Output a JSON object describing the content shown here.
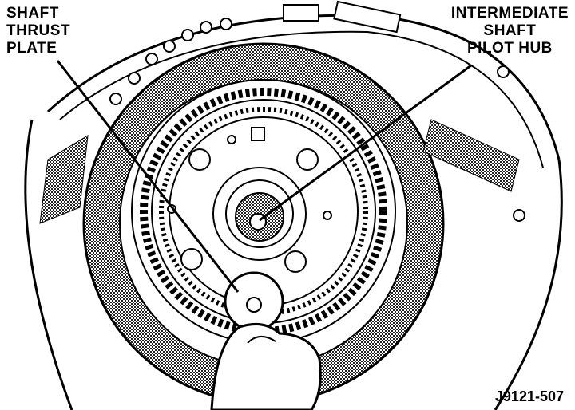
{
  "labels": {
    "left": {
      "line1": "SHAFT",
      "line2": "THRUST",
      "line3": "PLATE"
    },
    "right": {
      "line1": "INTERMEDIATE",
      "line2": "SHAFT",
      "line3": "PILOT HUB"
    }
  },
  "figure_id": "J9121-507",
  "colors": {
    "ink": "#000000",
    "shade": "#8f8f8f",
    "paper": "#ffffff"
  }
}
